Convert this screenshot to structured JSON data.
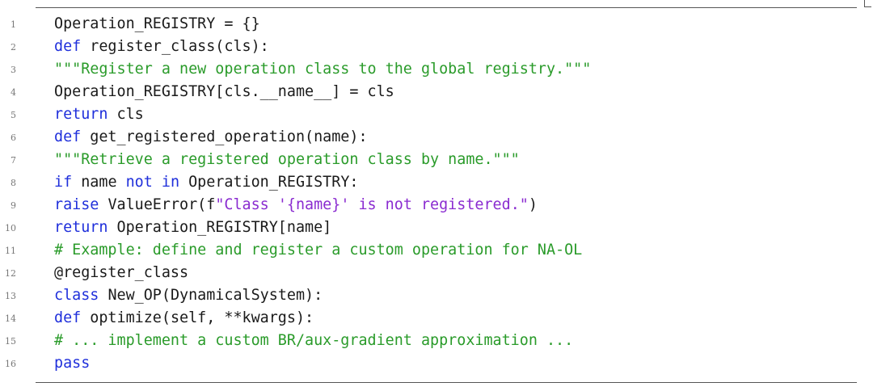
{
  "code": {
    "lines": [
      {
        "number": "1",
        "parts": [
          {
            "text": "Operation_REGISTRY = {}",
            "kind": "plain"
          }
        ]
      },
      {
        "number": "2",
        "parts": [
          {
            "text": "def",
            "kind": "keyword"
          },
          {
            "text": " register_class(cls):",
            "kind": "plain"
          }
        ]
      },
      {
        "number": "3",
        "parts": [
          {
            "text": "\"\"\"Register a new operation class to the global registry.\"\"\"",
            "kind": "string"
          }
        ]
      },
      {
        "number": "4",
        "parts": [
          {
            "text": "Operation_REGISTRY[cls.__name__] = cls",
            "kind": "plain"
          }
        ]
      },
      {
        "number": "5",
        "parts": [
          {
            "text": "return",
            "kind": "keyword"
          },
          {
            "text": " cls",
            "kind": "plain"
          }
        ]
      },
      {
        "number": "6",
        "parts": [
          {
            "text": "def",
            "kind": "keyword"
          },
          {
            "text": " get_registered_operation(name):",
            "kind": "plain"
          }
        ]
      },
      {
        "number": "7",
        "parts": [
          {
            "text": "\"\"\"Retrieve a registered operation class by name.\"\"\"",
            "kind": "string"
          }
        ]
      },
      {
        "number": "8",
        "parts": [
          {
            "text": "if",
            "kind": "keyword"
          },
          {
            "text": " name ",
            "kind": "plain"
          },
          {
            "text": "not in",
            "kind": "keyword"
          },
          {
            "text": " Operation_REGISTRY:",
            "kind": "plain"
          }
        ]
      },
      {
        "number": "9",
        "parts": [
          {
            "text": "raise",
            "kind": "keyword"
          },
          {
            "text": " ValueError(f",
            "kind": "plain"
          },
          {
            "text": "\"Class '{name}' is not registered.\"",
            "kind": "fstring"
          },
          {
            "text": ")",
            "kind": "plain"
          }
        ]
      },
      {
        "number": "10",
        "parts": [
          {
            "text": "return",
            "kind": "keyword"
          },
          {
            "text": " Operation_REGISTRY[name]",
            "kind": "plain"
          }
        ]
      },
      {
        "number": "11",
        "parts": [
          {
            "text": "# Example: define and register a custom operation for NA-OL",
            "kind": "comment"
          }
        ]
      },
      {
        "number": "12",
        "parts": [
          {
            "text": "@register_class",
            "kind": "plain"
          }
        ]
      },
      {
        "number": "13",
        "parts": [
          {
            "text": "class",
            "kind": "keyword"
          },
          {
            "text": " New_OP(DynamicalSystem):",
            "kind": "plain"
          }
        ]
      },
      {
        "number": "14",
        "parts": [
          {
            "text": "def",
            "kind": "keyword"
          },
          {
            "text": " optimize(self, **kwargs):",
            "kind": "plain"
          }
        ]
      },
      {
        "number": "15",
        "parts": [
          {
            "text": "# ... implement a custom BR/aux-gradient approximation ...",
            "kind": "comment"
          }
        ]
      },
      {
        "number": "16",
        "parts": [
          {
            "text": "pass",
            "kind": "keyword"
          }
        ]
      }
    ]
  },
  "colors": {
    "keyword": "#1f2fdb",
    "string": "#2a9b2a",
    "comment": "#2a9b2a",
    "fstring": "#8a2bd0",
    "plain": "#1a1a1a",
    "line_number": "#777777",
    "rule": "#555555"
  }
}
